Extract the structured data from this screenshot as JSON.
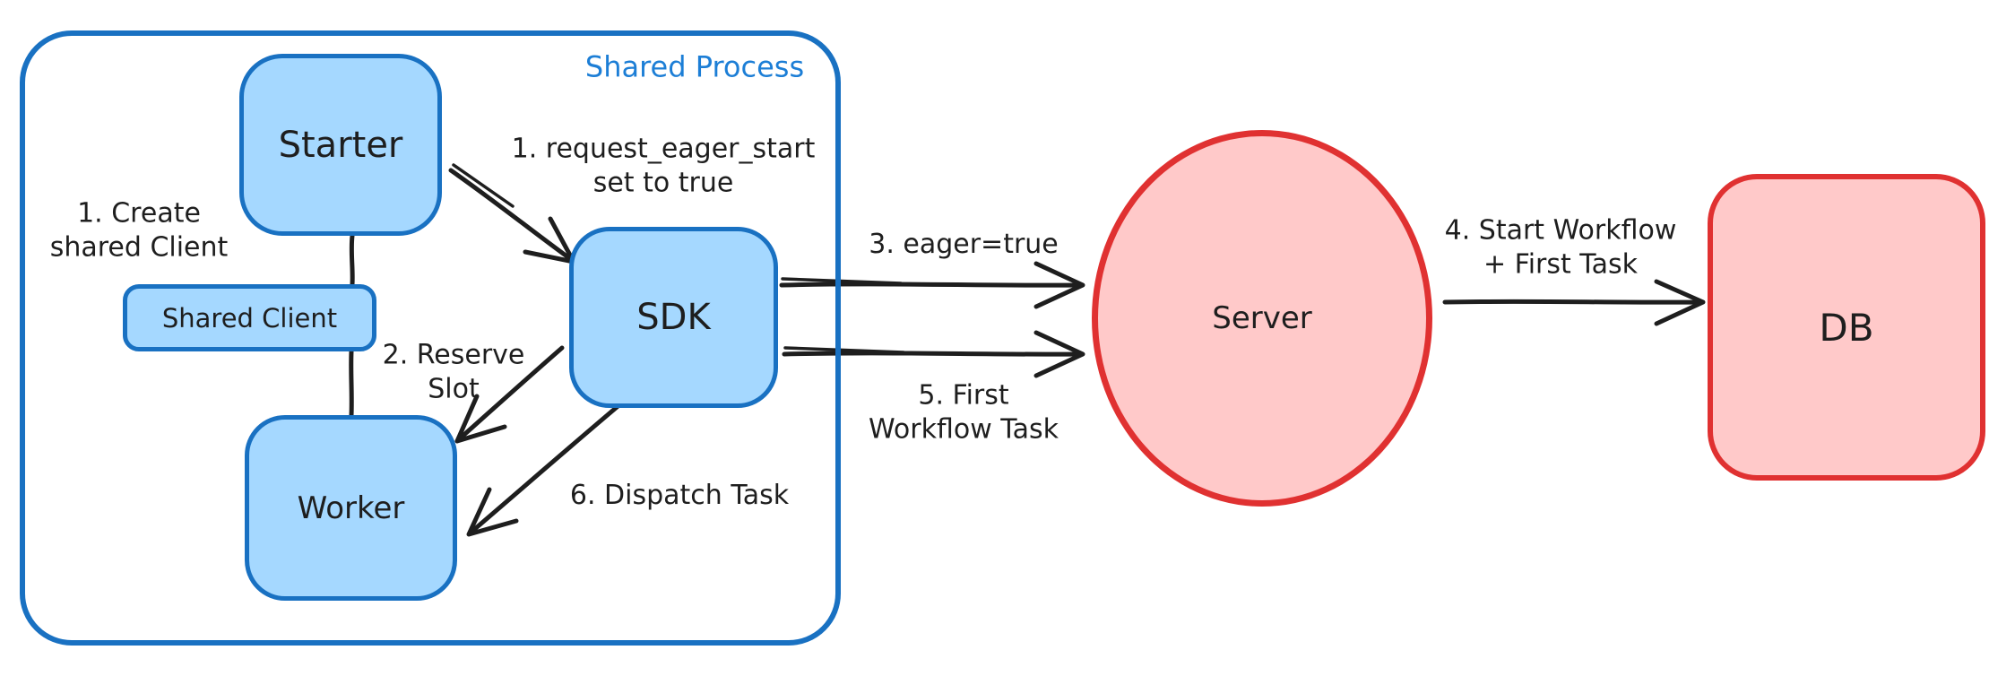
{
  "diagram": {
    "container": {
      "title": "Shared Process"
    },
    "nodes": {
      "starter": "Starter",
      "shared_client": "Shared Client",
      "worker": "Worker",
      "sdk": "SDK",
      "server": "Server",
      "db": "DB"
    },
    "labels": {
      "create_shared_client": "1. Create\nshared Client",
      "request_eager_start": "1. request_eager_start\nset to true",
      "reserve_slot": "2. Reserve\nSlot",
      "eager_true": "3. eager=true",
      "start_workflow": "4. Start Workflow\n+ First Task",
      "first_workflow_task": "5. First\nWorkflow Task",
      "dispatch_task": "6. Dispatch Task"
    },
    "colors": {
      "blue_stroke": "#1971c2",
      "blue_fill": "#a5d8ff",
      "blue_title_text": "#1c7ed6",
      "red_stroke": "#e03131",
      "red_fill": "#ffc9c9",
      "ink": "#1e1e1e",
      "background": "#ffffff"
    }
  }
}
